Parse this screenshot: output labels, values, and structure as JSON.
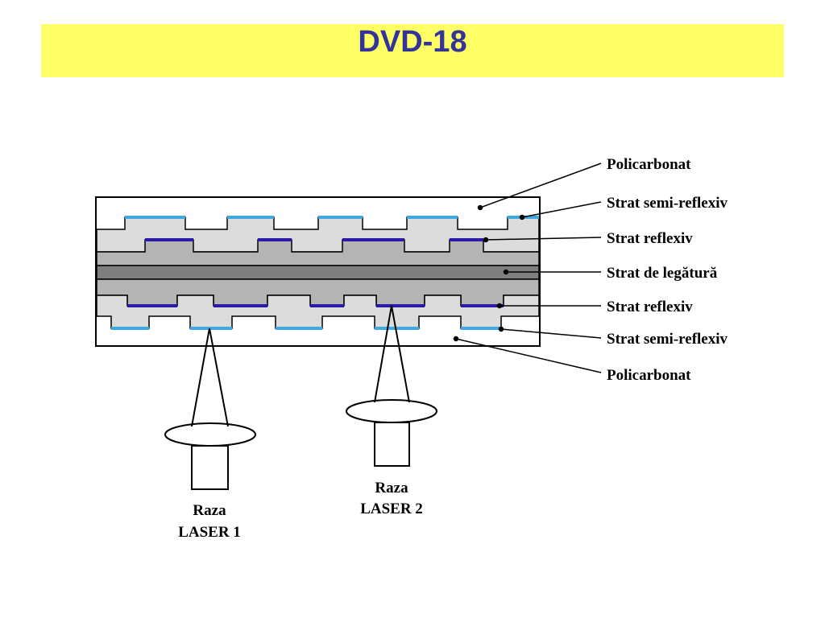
{
  "slide": {
    "title": "DVD-18"
  },
  "colors": {
    "title_bar": "#ffff66",
    "title_text": "#333399",
    "semi_reflective": "#3fa9e0",
    "reflective": "#2b1aa8",
    "polycarbonate_light": "#dcdcdc",
    "polycarbonate_mid": "#b4b4b4",
    "bonding_layer": "#7f7f7f"
  },
  "labels": {
    "policarbonat_top": "Policarbonat",
    "semi_reflexiv_top": "Strat semi-reflexiv",
    "reflexiv_top": "Strat reflexiv",
    "legatura": "Strat de legătură",
    "reflexiv_bottom": "Strat reflexiv",
    "semi_reflexiv_bottom": "Strat semi-reflexiv",
    "policarbonat_bottom": "Policarbonat"
  },
  "lasers": {
    "laser1": {
      "line1": "Raza",
      "line2": "LASER 1"
    },
    "laser2": {
      "line1": "Raza",
      "line2": "LASER 2"
    }
  }
}
